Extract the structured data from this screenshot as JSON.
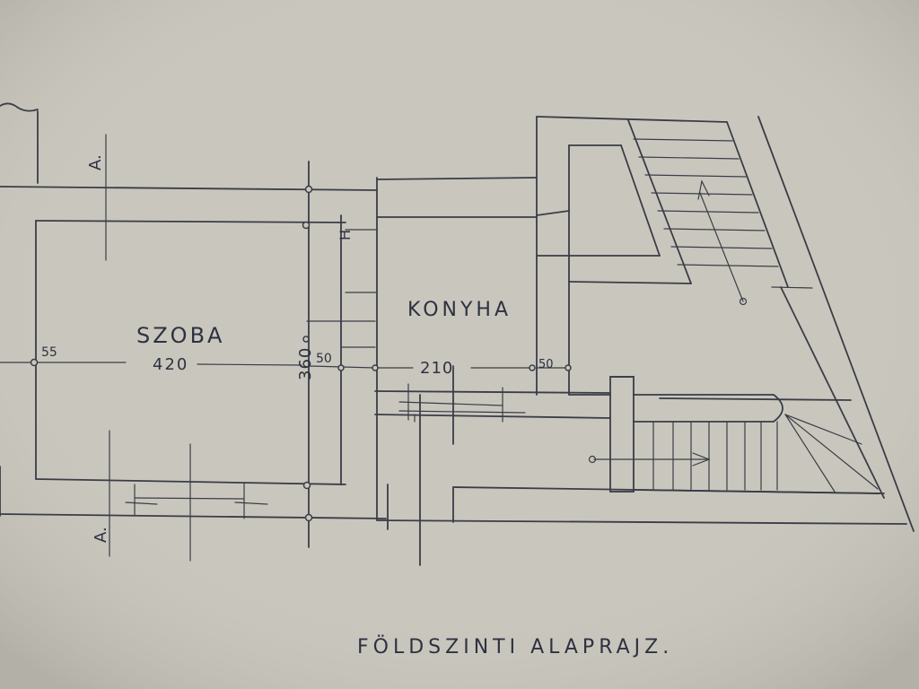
{
  "plan": {
    "title": "FÖLDSZINTI ALAPRAJZ.",
    "rooms": {
      "room_1": "SZOBA",
      "room_2": "KONYHA"
    },
    "section_marks": {
      "top": "A.",
      "bottom": "A."
    },
    "dimensions": {
      "szoba_width": "420",
      "szoba_depth": "360",
      "wall_left": "55",
      "wall_mid": "50",
      "konyha_width": "210",
      "wall_right": "50"
    },
    "door_label": "H"
  },
  "colors": {
    "paper": "#c9c7bd",
    "ink": "#3a3d47"
  }
}
